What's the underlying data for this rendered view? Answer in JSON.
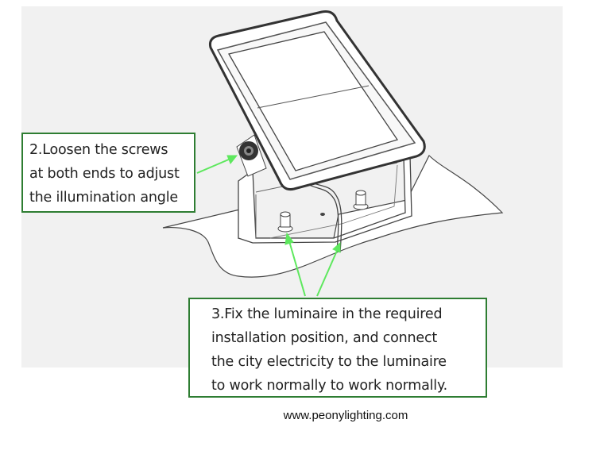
{
  "callout_adjust": {
    "lines": [
      "2.Loosen the screws",
      "at both ends to adjust",
      "the illumination angle"
    ]
  },
  "callout_fix": {
    "lines": [
      "3.Fix the luminaire in the required",
      "installation position, and connect",
      "the city electricity to the luminaire",
      "to work normally  to work normally."
    ]
  },
  "website": "www.peonylighting.com",
  "colors": {
    "callout_border": "#2e7d32",
    "arrow": "#5ee85e",
    "panel": "#f1f1f1",
    "line_art": "#444444"
  }
}
